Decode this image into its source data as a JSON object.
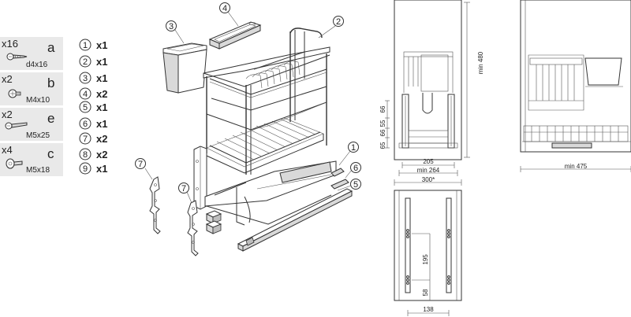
{
  "hardware": [
    {
      "qty": "x16",
      "letter": "a",
      "size": "d4x16",
      "icon": "wood-screw-icon"
    },
    {
      "qty": "x2",
      "letter": "b",
      "size": "M4x10",
      "icon": "machine-screw-icon"
    },
    {
      "qty": "x2",
      "letter": "e",
      "size": "M5x25",
      "icon": "long-screw-icon"
    },
    {
      "qty": "x4",
      "letter": "c",
      "size": "M5x18",
      "icon": "washer-screw-icon"
    }
  ],
  "parts": [
    {
      "num": "1",
      "qty": "x1"
    },
    {
      "num": "2",
      "qty": "x1"
    },
    {
      "num": "3",
      "qty": "x1"
    },
    {
      "num": "4",
      "qty": "x2"
    },
    {
      "num": "5",
      "qty": "x1"
    },
    {
      "num": "6",
      "qty": "x1"
    },
    {
      "num": "7",
      "qty": "x2"
    },
    {
      "num": "8",
      "qty": "x2"
    },
    {
      "num": "9",
      "qty": "x1"
    }
  ],
  "callouts": {
    "c1": "1",
    "c2": "2",
    "c3": "3",
    "c4": "4",
    "c5": "5",
    "c6": "6",
    "c7a": "7",
    "c7b": "7"
  },
  "dimensions": {
    "front": {
      "height": "min 480",
      "d66a": "66",
      "d55": "55",
      "d66b": "66",
      "d65": "65",
      "w205": "205",
      "wmin264": "min 264",
      "w300": "300*"
    },
    "side": {
      "depth": "min 475"
    },
    "bottom": {
      "d195": "195",
      "d58": "58",
      "w138": "138"
    }
  },
  "colors": {
    "line": "#333333",
    "hardware_bg": "#e9e9e9"
  }
}
